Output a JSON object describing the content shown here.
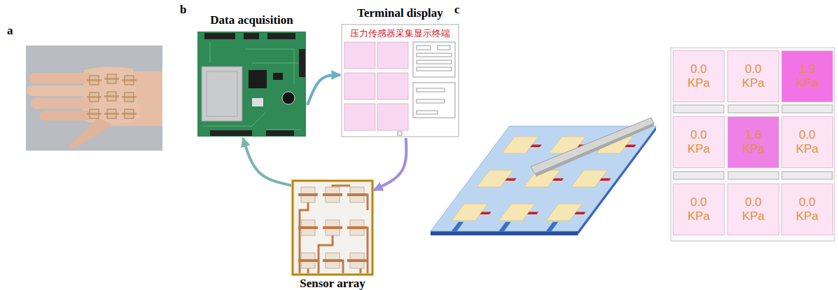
{
  "diagram": {
    "nodes": [
      {
        "text": [
          "Data acquisition"
        ]
      },
      {
        "text": [
          "Terminal display"
        ]
      },
      {
        "text": [
          "Sensor array"
        ]
      },
      {
        "text": [
          "0.0 KPa"
        ]
      },
      {
        "text": [
          "0.0 KPa"
        ]
      },
      {
        "text": [
          "1.9 KPa"
        ]
      },
      {
        "text": [
          "0.0 KPa"
        ]
      },
      {
        "text": [
          "1.6 KPa"
        ]
      },
      {
        "text": [
          "0.0 KPa"
        ]
      },
      {
        "text": [
          "0.0 KPa"
        ]
      },
      {
        "text": [
          "0.0 KPa"
        ]
      },
      {
        "text": [
          "0.0 KPa"
        ]
      }
    ],
    "edges": [
      {
        "from": 0,
        "to": 1,
        "arrow": "to"
      },
      {
        "from": 1,
        "to": 2,
        "arrow": "to"
      },
      {
        "from": 2,
        "to": 0,
        "arrow": "to"
      }
    ],
    "labels": [
      "a",
      "b",
      "c",
      "压力传感器采集显示终端"
    ]
  }
}
